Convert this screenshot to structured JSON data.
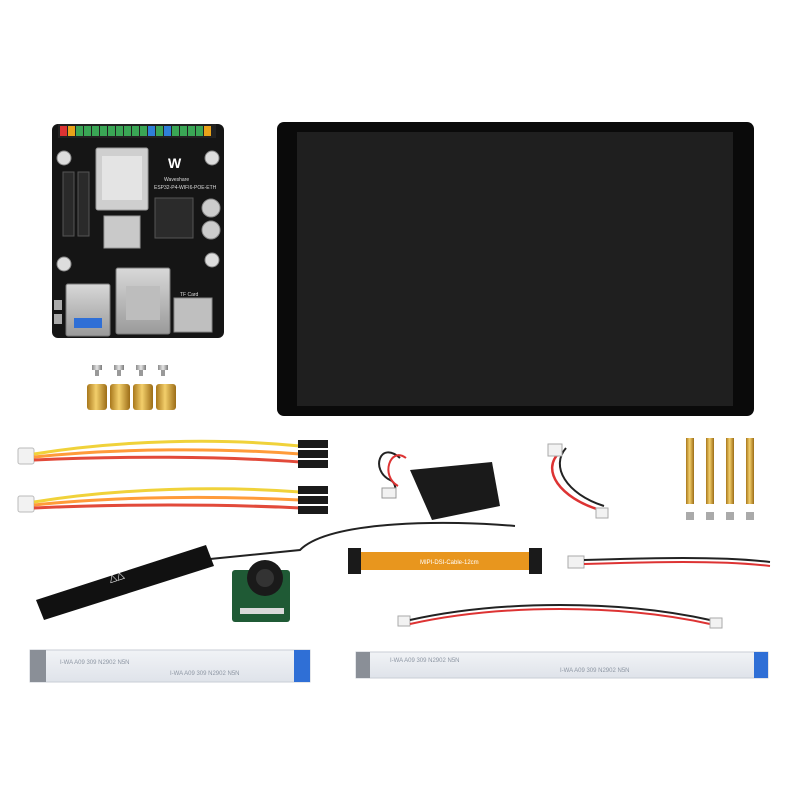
{
  "board": {
    "brand": "Waveshare",
    "model": "ESP32-P4-WIFI6-POE-ETH",
    "sd_label": "TF Card"
  },
  "cables": {
    "mipi_label": "MIPI-DSI-Cable-12cm"
  },
  "ffc_pattern": "I-WA A09 309 N2902 N5N",
  "colors": {
    "background": "#ffffff",
    "pcb": "#151515",
    "screen": "#1a1a1a",
    "flex_cable": "#e8961e",
    "ffc_contact": "#2f6fd6",
    "camera_pcb": "#1f5a35",
    "brass": "#d9a93e"
  }
}
